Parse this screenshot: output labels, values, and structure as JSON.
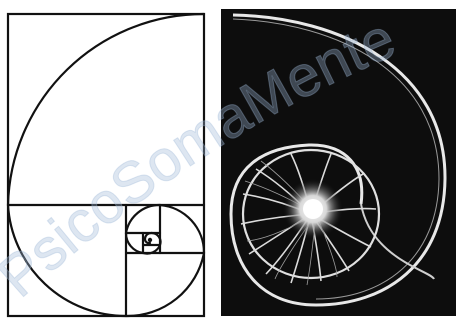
{
  "figure": {
    "left_panel": {
      "name": "golden-spiral-diagram"
    },
    "right_panel": {
      "name": "nautilus-shell-photo"
    },
    "watermark": {
      "text": "PsicoSomaMente",
      "color": "#9fb6d6"
    },
    "colors": {
      "line": "#111111",
      "background": "#ffffff",
      "photo_bg": "#0d0d0d",
      "shell": "#e8e8e8"
    }
  }
}
